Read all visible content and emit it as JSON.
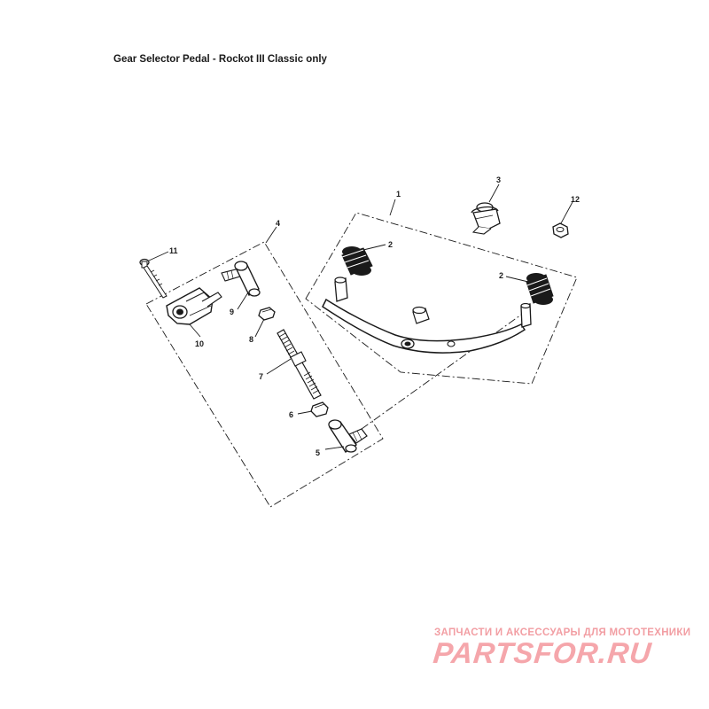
{
  "title": "Gear Selector Pedal - Rockot III Classic only",
  "callouts": {
    "c1": "1",
    "c2a": "2",
    "c2b": "2",
    "c3": "3",
    "c4": "4",
    "c5": "5",
    "c6": "6",
    "c7": "7",
    "c8": "8",
    "c9": "9",
    "c10": "10",
    "c11": "11",
    "c12": "12"
  },
  "watermark": {
    "tagline": "ЗАПЧАСТИ И АКСЕССУАРЫ ДЛЯ МОТОТЕХНИКИ",
    "logo": "PARTSFOR.RU"
  },
  "colors": {
    "line": "#1a1a1a",
    "part_fill": "#ffffff",
    "watermark": "#f5a6ab"
  }
}
